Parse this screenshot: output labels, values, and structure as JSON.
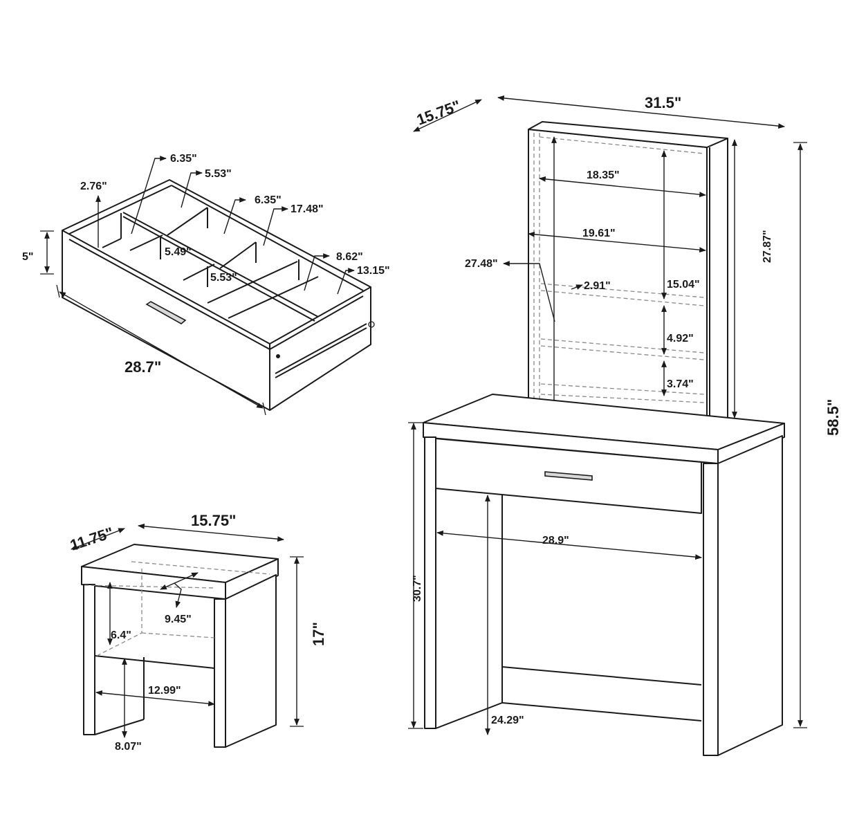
{
  "diagram": {
    "title": "Vanity set dimension drawing",
    "units": "inches",
    "drawer": {
      "labels": {
        "compartment_depth": "2.76\"",
        "compartment_a": "6.35\"",
        "compartment_b": "5.53\"",
        "compartment_c": "6.35\"",
        "inner_length": "17.48\"",
        "compartment_d": "5.49\"",
        "compartment_e": "5.53\"",
        "compartment_f": "8.62\"",
        "inner_width": "13.15\"",
        "height": "5\"",
        "length": "28.7\""
      }
    },
    "mirror": {
      "labels": {
        "depth": "15.75\"",
        "width": "31.5\"",
        "inner_width_top": "18.35\"",
        "inner_width": "19.61\"",
        "inner_height": "27.48\"",
        "shelf_depth": "2.91\"",
        "upper_section": "15.04\"",
        "middle_section": "4.92\"",
        "lower_section": "3.74\"",
        "height": "27.87\"",
        "total_height": "58.5\""
      }
    },
    "vanity": {
      "labels": {
        "height": "30.7\"",
        "knee_width": "28.9\"",
        "knee_height": "24.29\""
      }
    },
    "stool": {
      "labels": {
        "depth": "11.75\"",
        "width": "15.75\"",
        "seat_opening": "9.45\"",
        "storage_height": "6.4\"",
        "inner_width": "12.99\"",
        "leg_clearance": "8.07\"",
        "height": "17\""
      }
    }
  }
}
